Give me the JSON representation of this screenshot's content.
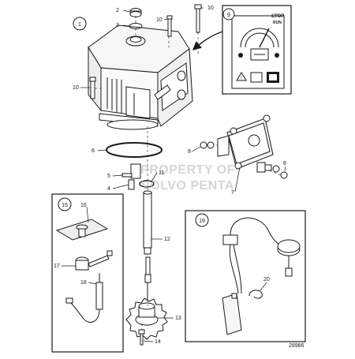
{
  "callouts": {
    "n1": "1",
    "n2": "2",
    "n3": "3",
    "n4": "4",
    "n5": "5",
    "n6": "6",
    "n7": "7",
    "n8a": "8",
    "n8b": "8",
    "n9": "9",
    "n10a": "10",
    "n10b": "10",
    "n10c": "10",
    "n11": "11",
    "n12": "12",
    "n13": "13",
    "n14": "14",
    "n15": "15",
    "n16": "16",
    "n17": "17",
    "n18": "18",
    "n19": "19",
    "n20": "20"
  },
  "watermark": {
    "line1": "PROPERTY OF",
    "line2": "VOLVO PENTA"
  },
  "decal": {
    "stop": "STOP",
    "run": "RUN"
  },
  "drawing_number": "28986",
  "colors": {
    "line": "#1a1a1a",
    "watermark": "#b4b4b4",
    "panel_border": "#222222"
  }
}
